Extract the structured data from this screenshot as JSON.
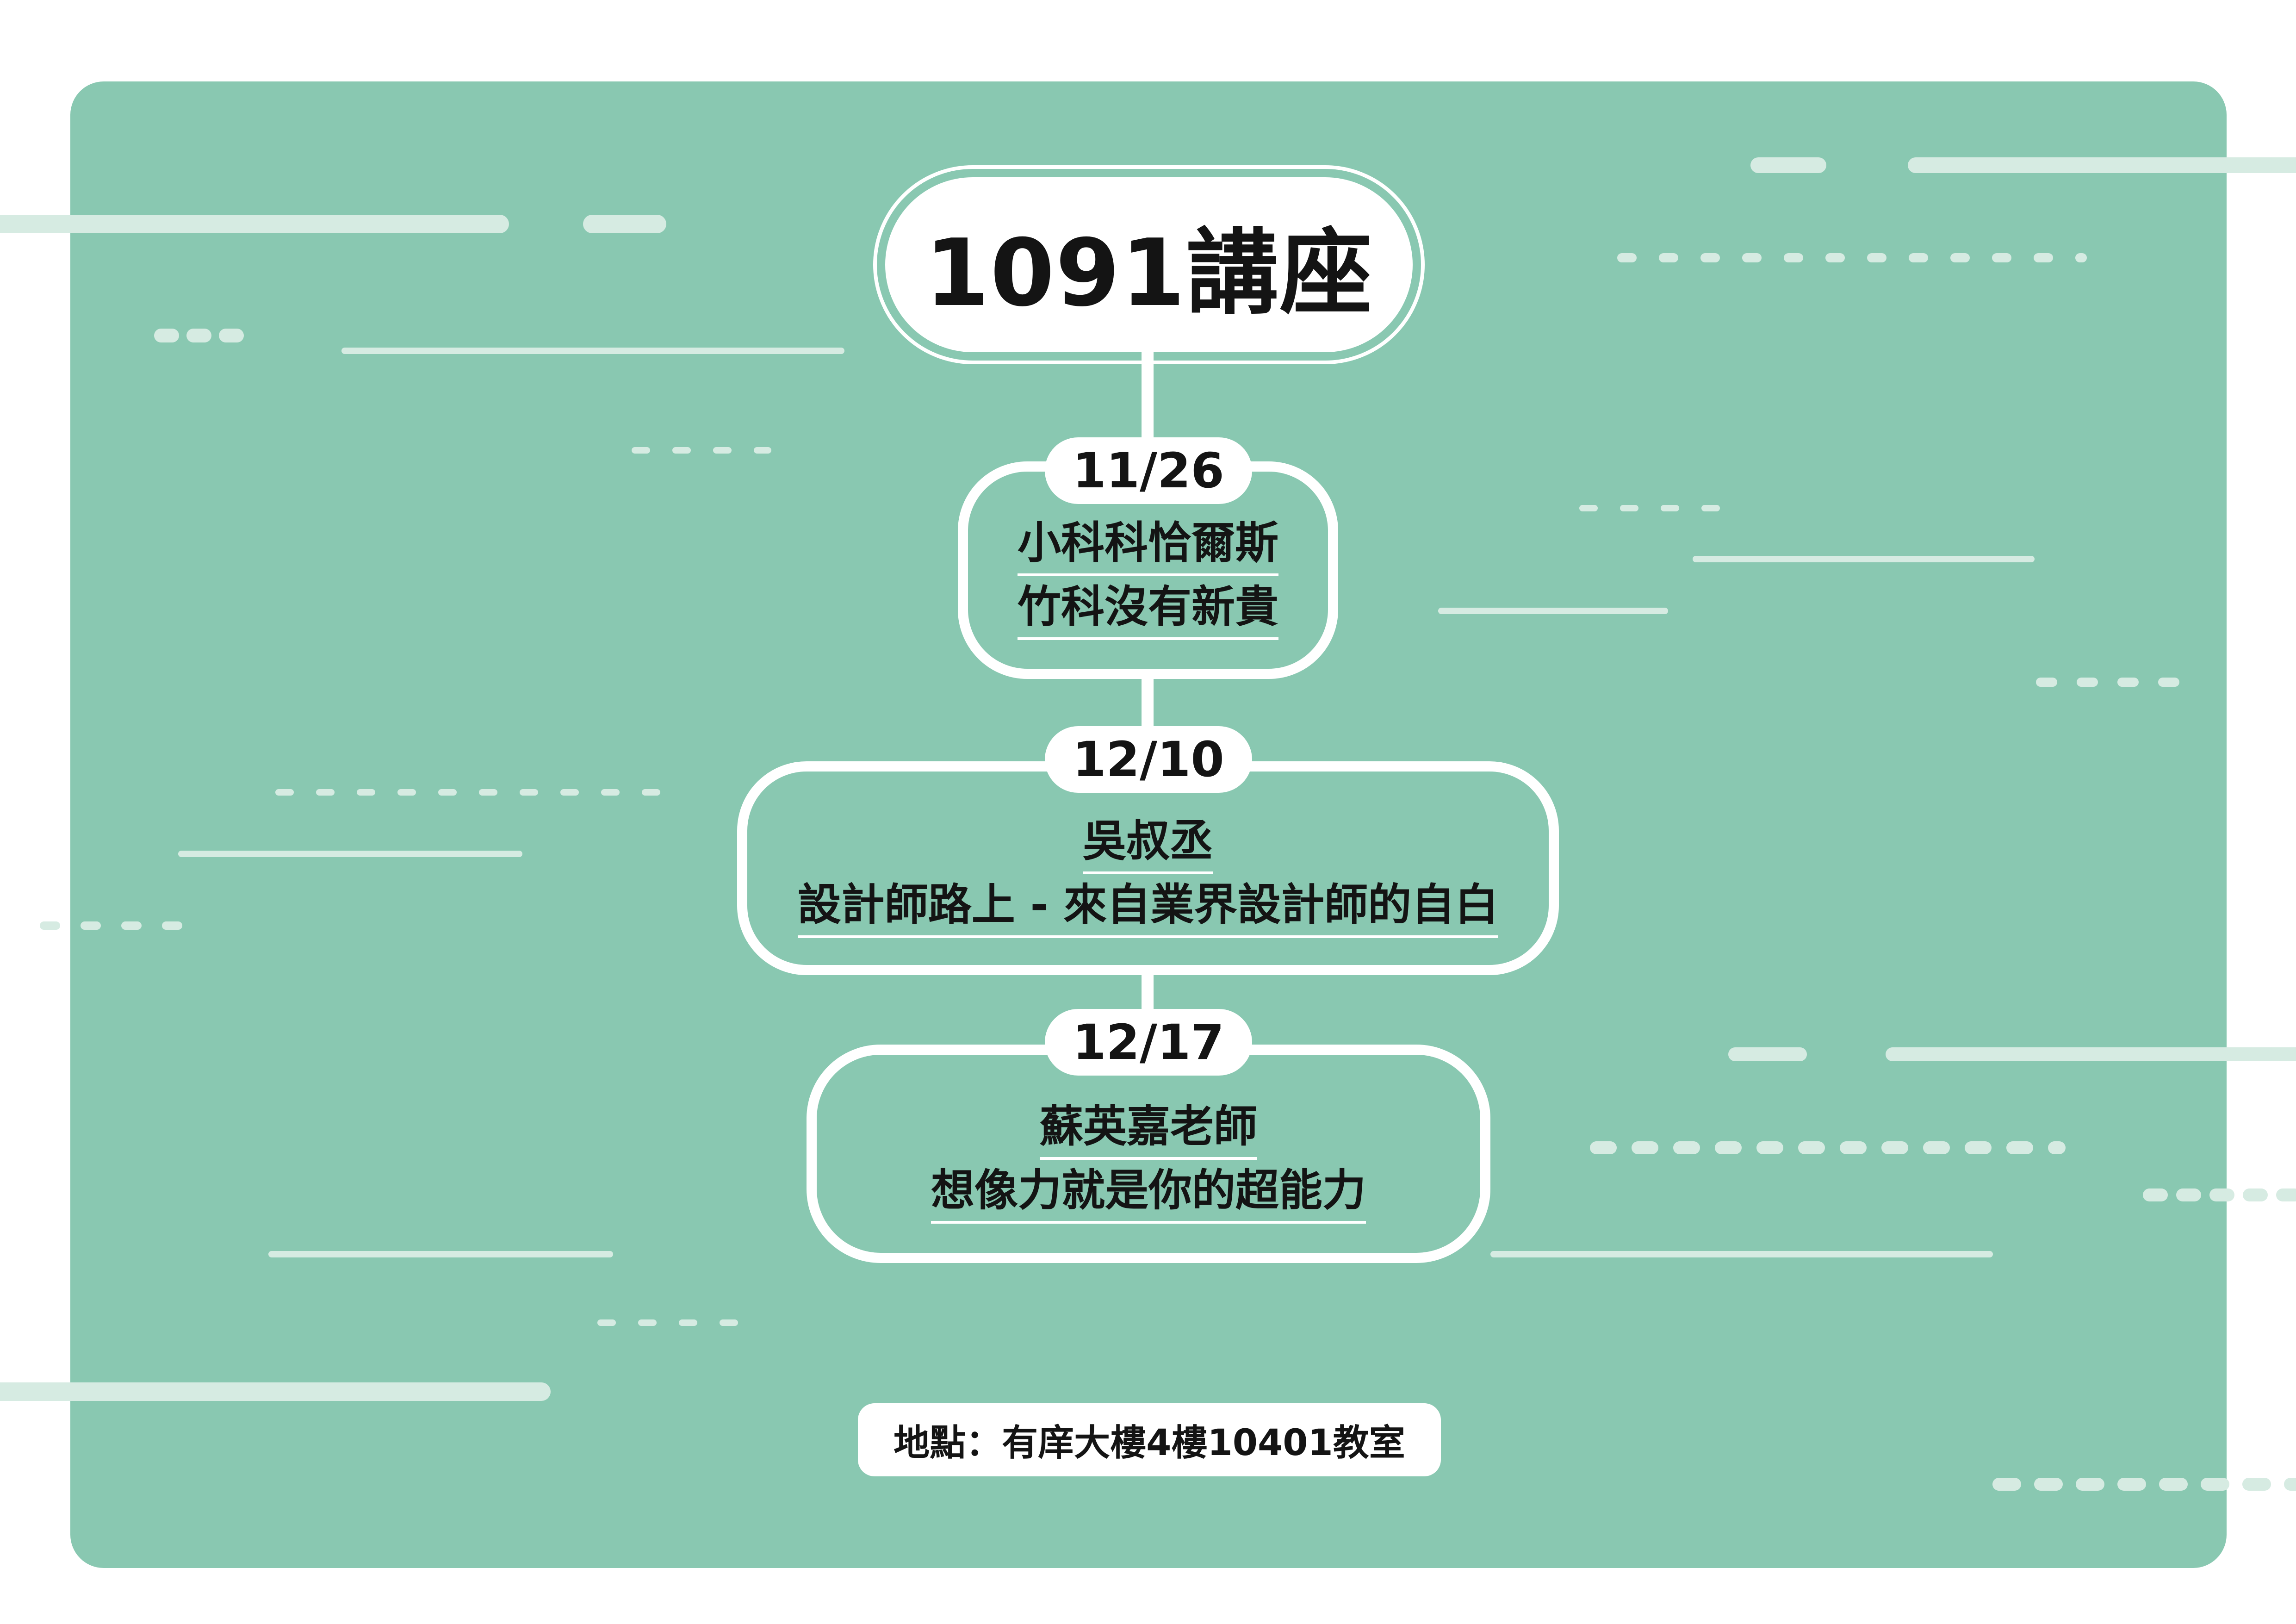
{
  "poster": {
    "title": "1091講座",
    "events": [
      {
        "date": "11/26",
        "line1": "小科科恰爾斯",
        "line2": "竹科沒有新貴"
      },
      {
        "date": "12/10",
        "line1": "吳叔丞",
        "line2": "設計師路上 - 來自業界設計師的自白"
      },
      {
        "date": "12/17",
        "line1": "蘇英嘉老師",
        "line2": "想像力就是你的超能力"
      }
    ],
    "location": "地點：有庠大樓4樓10401教室"
  },
  "colors": {
    "background": "#89c8b1",
    "accent_light": "#d6ebe2",
    "panel": "#ffffff",
    "text": "#141414"
  }
}
